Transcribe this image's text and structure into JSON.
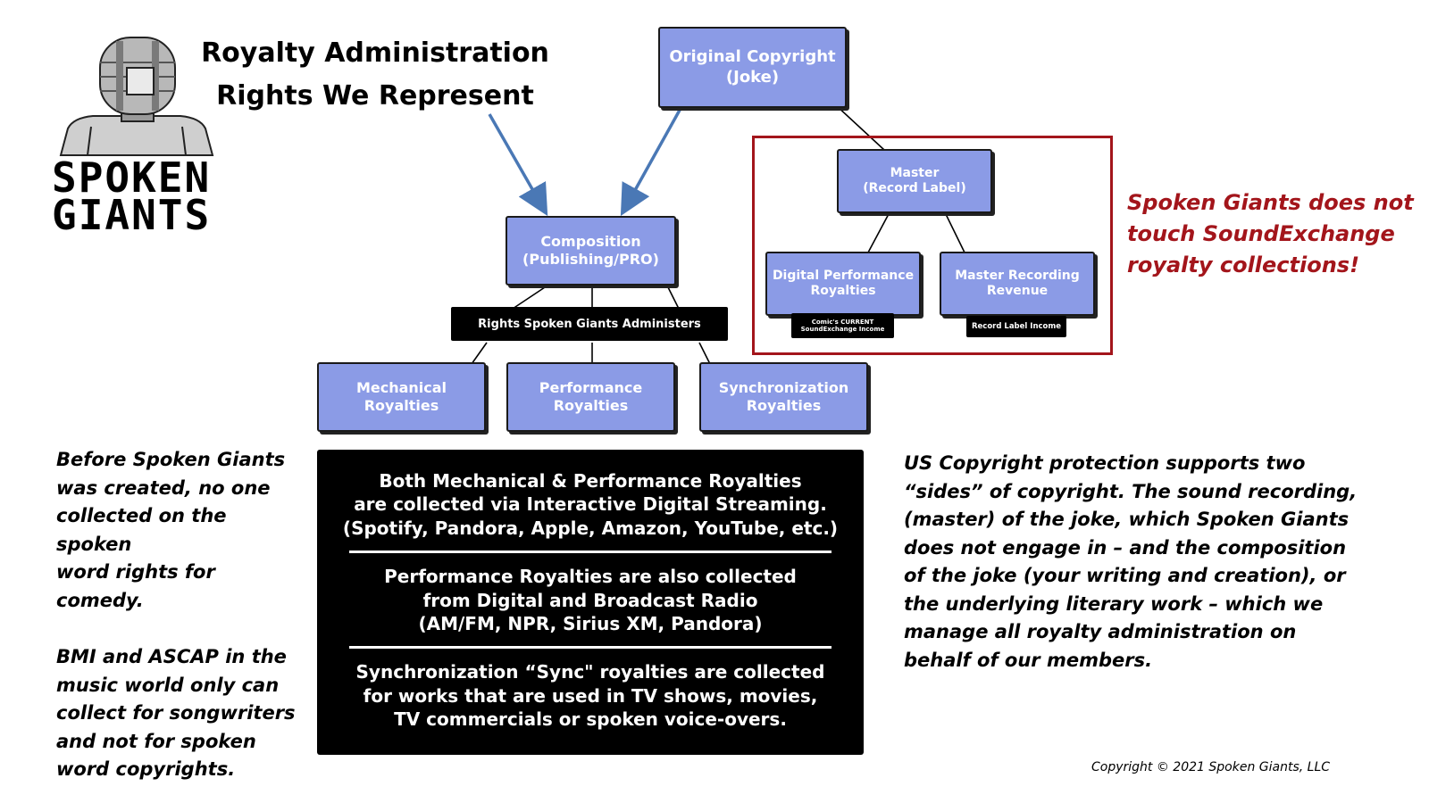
{
  "logo": {
    "line1": "SPOKEN",
    "line2": "GIANTS"
  },
  "title": {
    "line1": "Royalty Administration",
    "line2": "Rights We Represent"
  },
  "nodes": {
    "original_copyright": {
      "line1": "Original Copyright",
      "line2": "(Joke)"
    },
    "composition": {
      "line1": "Composition",
      "line2": "(Publishing/PRO)"
    },
    "rights_administered": "Rights Spoken Giants Administers",
    "mechanical": {
      "line1": "Mechanical",
      "line2": "Royalties"
    },
    "performance": {
      "line1": "Performance",
      "line2": "Royalties"
    },
    "synchronization": {
      "line1": "Synchronization",
      "line2": "Royalties"
    },
    "master": {
      "line1": "Master",
      "line2": "(Record Label)"
    },
    "digital_performance": {
      "line1": "Digital Performance",
      "line2": "Royalties"
    },
    "digital_performance_tag": {
      "line1": "Comic's CURRENT",
      "line2": "SoundExchange Income"
    },
    "master_recording": {
      "line1": "Master Recording",
      "line2": "Revenue"
    },
    "master_recording_tag": "Record Label Income"
  },
  "red_note": {
    "line1": "Spoken Giants does not",
    "line2": "touch SoundExchange",
    "line3": "royalty collections!"
  },
  "left_notes": {
    "p1": [
      "Before Spoken Giants",
      "was created, no one",
      "collected on the spoken",
      "word rights for comedy."
    ],
    "p2": [
      "BMI and ASCAP in the",
      "music world only can",
      "collect for songwriters",
      "and not for spoken",
      "word copyrights."
    ]
  },
  "right_note": [
    "US Copyright protection supports two",
    "“sides” of copyright.  The sound recording,",
    "(master) of the joke, which Spoken Giants",
    "does not engage in – and the composition",
    "of the joke (your writing and creation), or",
    "the underlying literary work – which we",
    "manage all royalty administration on",
    "behalf of our members."
  ],
  "info_panel": {
    "sec1": [
      "Both Mechanical & Performance Royalties",
      "are collected via Interactive Digital Streaming.",
      "(Spotify, Pandora, Apple, Amazon, YouTube, etc.)"
    ],
    "sec2": [
      "Performance Royalties are also collected",
      "from Digital and Broadcast Radio",
      "(AM/FM, NPR, Sirius XM, Pandora)"
    ],
    "sec3": [
      "Synchronization “Sync\" royalties are collected",
      "for works that are used in TV shows, movies,",
      "TV commercials or spoken voice-overs."
    ]
  },
  "copyright": "Copyright © 2021 Spoken Giants, LLC",
  "colors": {
    "node_fill": "#8b9be6",
    "accent_red": "#a3151b",
    "arrow_blue": "#4a78b5"
  },
  "icons": {
    "logo": "robot-microphone-icon"
  }
}
